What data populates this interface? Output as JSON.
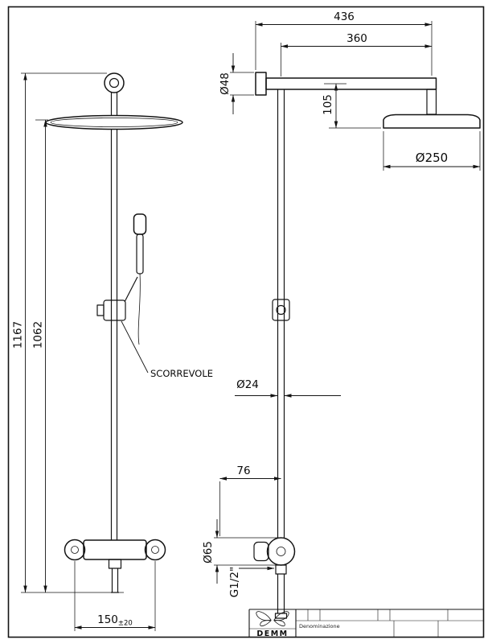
{
  "sheet": {
    "background": "#ffffff",
    "ink": "#141414"
  },
  "front_view": {
    "dim_overall_height": "1167",
    "dim_riser_height": "1062",
    "dim_inlet_spacing_value": "150",
    "dim_inlet_spacing_tolerance": "±20",
    "label_slider": "SCORREVOLE"
  },
  "side_view": {
    "dim_arm_reach_total": "436",
    "dim_arm_reach": "360",
    "dim_flange_diameter": "Ø48",
    "dim_head_drop": "105",
    "dim_head_diameter": "Ø250",
    "dim_riser_diameter": "Ø24",
    "dim_wall_offset": "76",
    "dim_valve_diameter": "Ø65",
    "dim_connection_thread": "G1/2\""
  },
  "title_block": {
    "brand": "DEMM",
    "field_denomination": "Denominazione"
  }
}
